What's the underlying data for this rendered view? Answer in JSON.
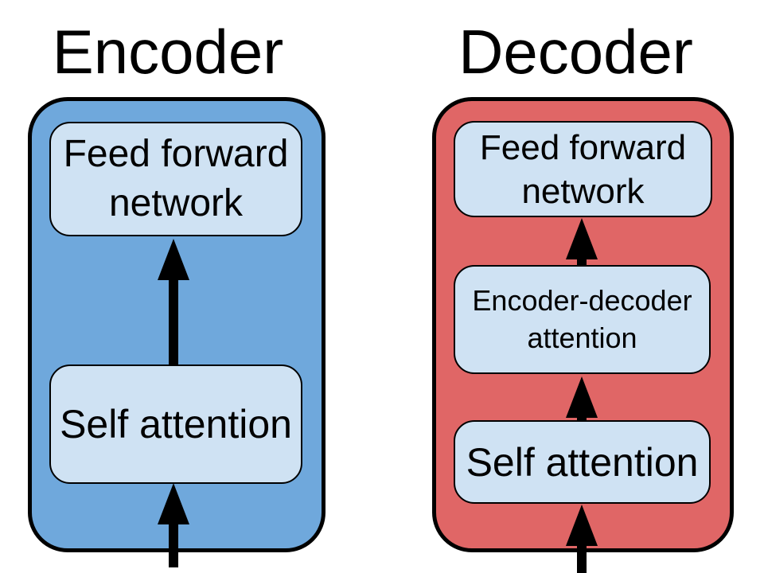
{
  "diagram": {
    "background_color": "#ffffff",
    "arrow_color": "#000000",
    "border_color": "#000000",
    "block_fill_color": "#cfe2f3",
    "encoder": {
      "title": "Encoder",
      "container_color": "#6fa8dc",
      "blocks": [
        {
          "label": "Feed forward network"
        },
        {
          "label": "Self attention"
        }
      ]
    },
    "decoder": {
      "title": "Decoder",
      "container_color": "#e06666",
      "blocks": [
        {
          "label": "Feed forward network"
        },
        {
          "label": "Encoder-decoder attention"
        },
        {
          "label": "Self attention"
        }
      ]
    }
  }
}
